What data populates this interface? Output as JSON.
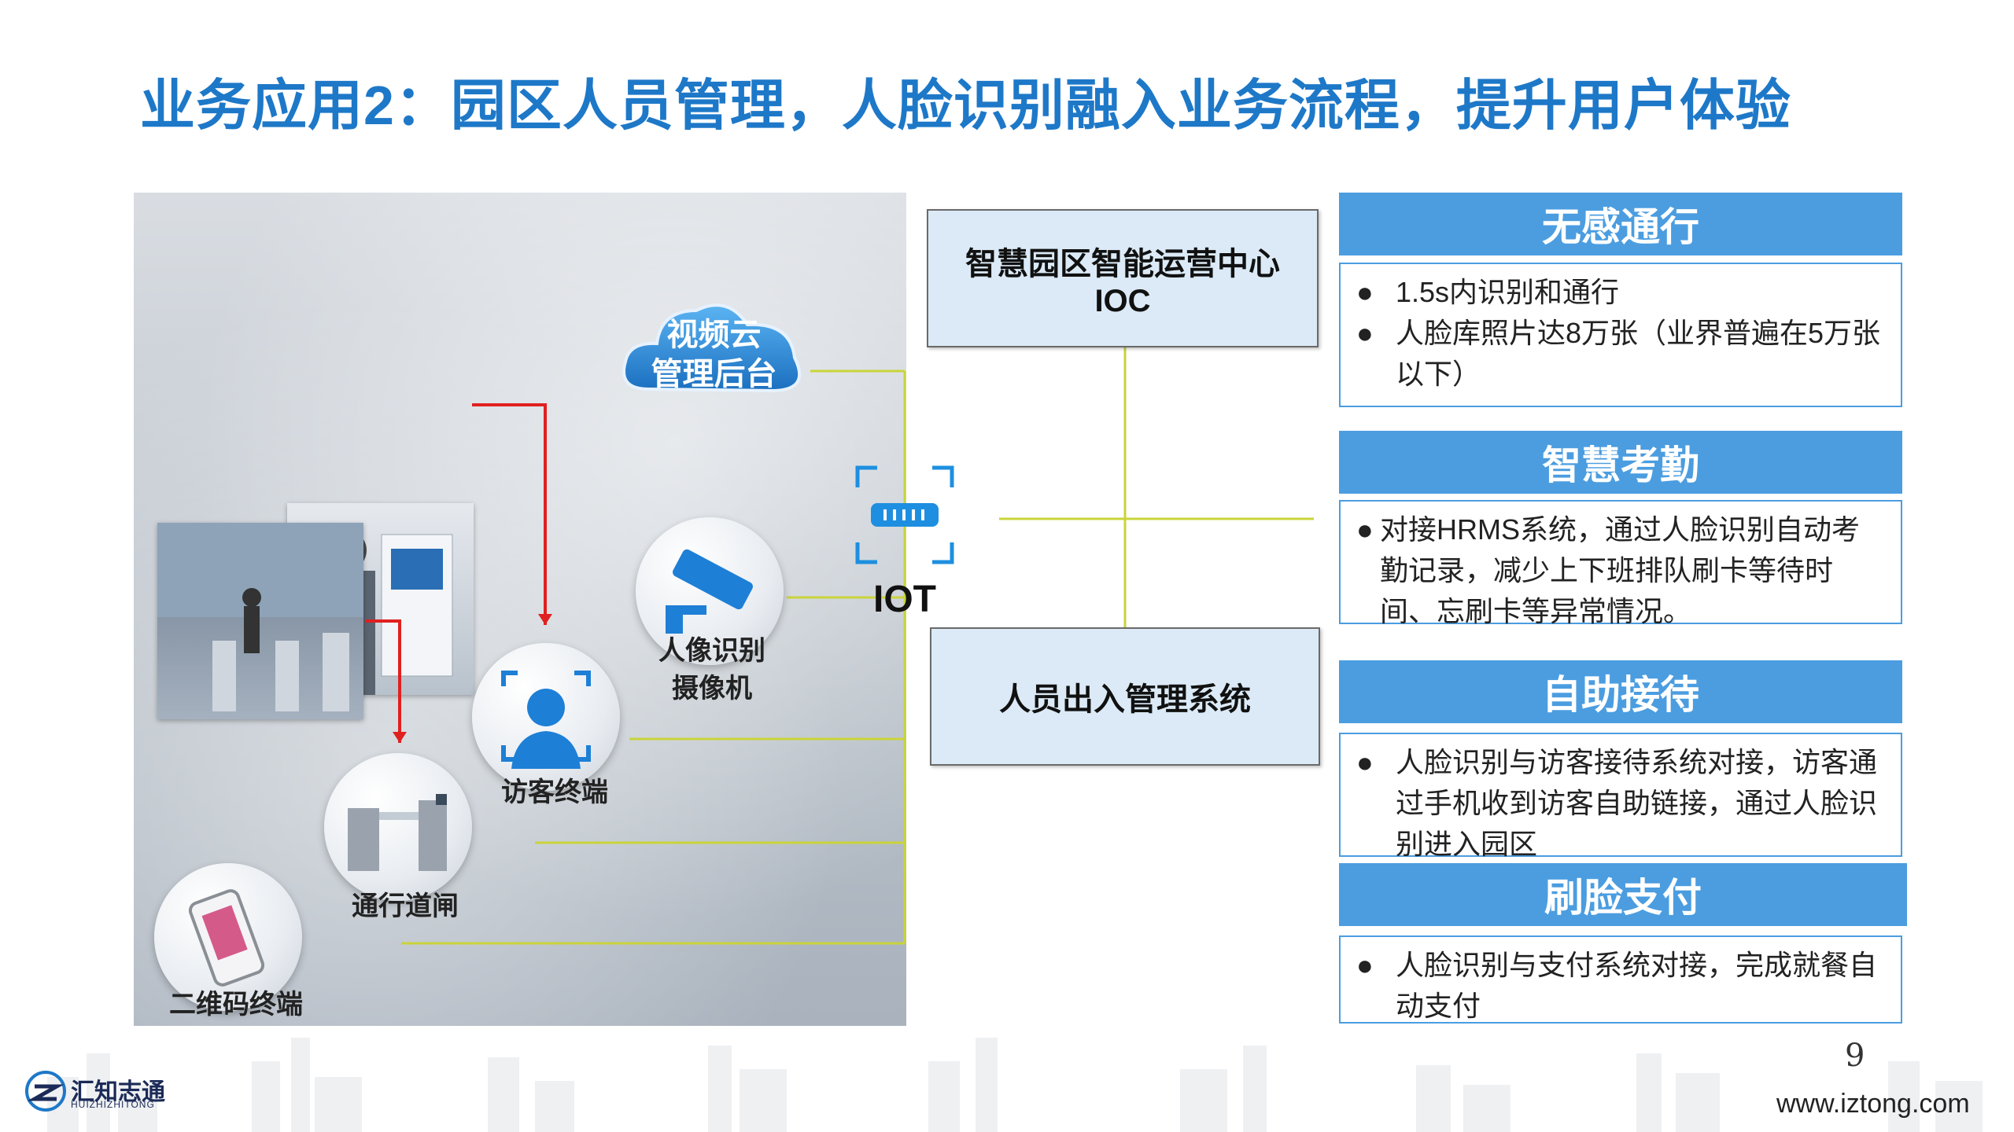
{
  "title": "业务应用2：园区人员管理，人脸识别融入业务流程，提升用户体验",
  "diagram": {
    "cloud_label_line1": "视频云",
    "cloud_label_line2": "管理后台",
    "camera_label_line1": "人像识别",
    "camera_label_line2": "摄像机",
    "visitor_label": "访客终端",
    "gate_label": "通行道闸",
    "qr_label": "二维码终端",
    "iot_label": "IOT",
    "ioc_line1": "智慧园区智能运营中心",
    "ioc_line2": "IOC",
    "access_system": "人员出入管理系统",
    "line_color": "#c9d43a",
    "arrow_color": "#e02020"
  },
  "cards": [
    {
      "header": "无感通行",
      "bullets": [
        "1.5s内识别和通行",
        "人脸库照片达8万张（业界普遍在5万张以下）"
      ]
    },
    {
      "header": "智慧考勤",
      "bullets": [
        "对接HRMS系统，通过人脸识别自动考勤记录，减少上下班排队刷卡等待时间、忘刷卡等异常情况。"
      ]
    },
    {
      "header": "自助接待",
      "bullets": [
        "人脸识别与访客接待系统对接，访客通过手机收到访客自助链接，通过人脸识别进入园区"
      ]
    },
    {
      "header": "刷脸支付",
      "bullets": [
        "人脸识别与支付系统对接，完成就餐自动支付"
      ]
    }
  ],
  "footer": {
    "page_number": "9",
    "url": "www.iztong.com",
    "logo_text": "汇知志通",
    "logo_sub": "HUIZHIZHITONG"
  },
  "colors": {
    "title": "#1e78c8",
    "card_header": "#4b9de0",
    "box_fill": "#dbeaf6"
  }
}
